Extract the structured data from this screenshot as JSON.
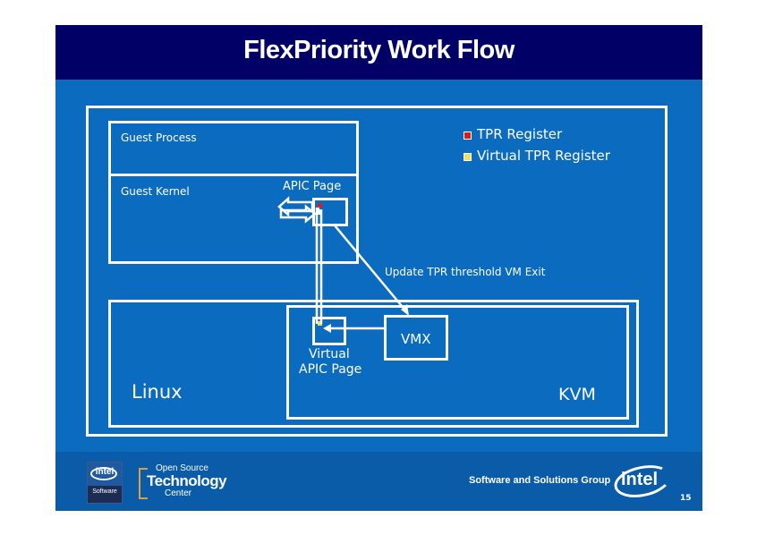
{
  "slide": {
    "title": "FlexPriority Work Flow",
    "page_number": "15"
  },
  "diagram": {
    "guest_process_label": "Guest Process",
    "guest_kernel_label": "Guest Kernel",
    "apic_page_label": "APIC Page",
    "virtual_apic_page_label_line1": "Virtual",
    "virtual_apic_page_label_line2": "APIC Page",
    "vmx_label": "VMX",
    "linux_label": "Linux",
    "kvm_label": "KVM",
    "exit_arrow_label": "Update TPR threshold VM Exit",
    "legend": [
      {
        "label": "TPR Register",
        "color": "#d21f1f"
      },
      {
        "label": "Virtual TPR Register",
        "color": "#f0e060"
      }
    ]
  },
  "footer": {
    "intel_software_logo_top": "intel",
    "intel_software_logo_bottom": "Software",
    "ostc_line1": "Open Source",
    "ostc_line2": "Technology",
    "ostc_line3": "Center",
    "group_name": "Software and Solutions Group",
    "intel_logo": "intel"
  },
  "colors": {
    "title_bar": "#000066",
    "slide_background": "#0b6bbf",
    "footer": "#0a5ba8",
    "tpr_register": "#d21f1f",
    "virtual_tpr_register": "#f0e060"
  }
}
